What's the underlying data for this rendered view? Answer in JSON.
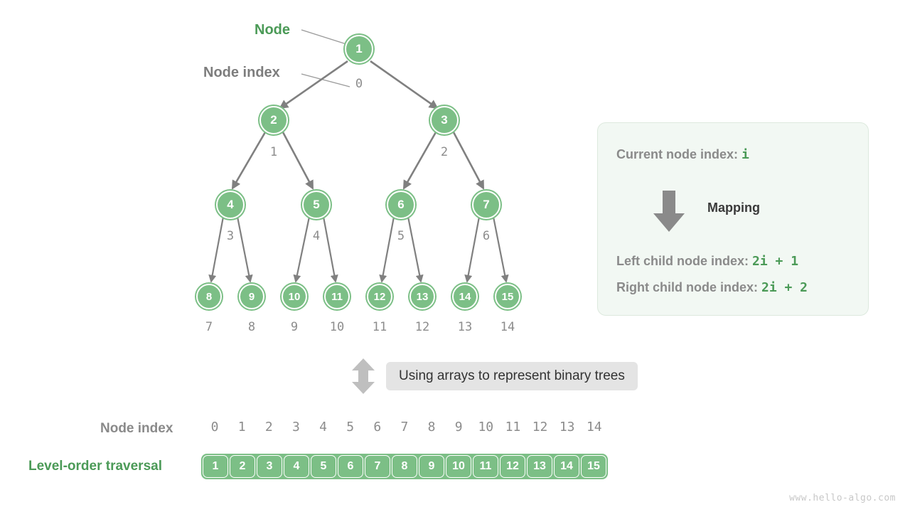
{
  "diagram": {
    "title": "Using arrays to represent binary trees",
    "watermark": "www.hello-algo.com",
    "colors": {
      "node_green": "#7cbf86",
      "label_green": "#4b9a57",
      "gray": "#8a8a8a",
      "edge_gray": "#808080",
      "panel_bg": "#f2f8f3",
      "pill_bg": "#e4e4e4"
    }
  },
  "callouts": {
    "node_label": "Node",
    "node_index_label": "Node index"
  },
  "tree": {
    "levels": [
      {
        "nodes": [
          {
            "value": "1",
            "index": "0"
          }
        ]
      },
      {
        "nodes": [
          {
            "value": "2",
            "index": "1"
          },
          {
            "value": "3",
            "index": "2"
          }
        ]
      },
      {
        "nodes": [
          {
            "value": "4",
            "index": "3"
          },
          {
            "value": "5",
            "index": "4"
          },
          {
            "value": "6",
            "index": "5"
          },
          {
            "value": "7",
            "index": "6"
          }
        ]
      },
      {
        "nodes": [
          {
            "value": "8",
            "index": "7"
          },
          {
            "value": "9",
            "index": "8"
          },
          {
            "value": "10",
            "index": "9"
          },
          {
            "value": "11",
            "index": "10"
          },
          {
            "value": "12",
            "index": "11"
          },
          {
            "value": "13",
            "index": "12"
          },
          {
            "value": "14",
            "index": "13"
          },
          {
            "value": "15",
            "index": "14"
          }
        ]
      }
    ],
    "flat_nodes": [
      {
        "value": "1",
        "index": "0"
      },
      {
        "value": "2",
        "index": "1"
      },
      {
        "value": "3",
        "index": "2"
      },
      {
        "value": "4",
        "index": "3"
      },
      {
        "value": "5",
        "index": "4"
      },
      {
        "value": "6",
        "index": "5"
      },
      {
        "value": "7",
        "index": "6"
      },
      {
        "value": "8",
        "index": "7"
      },
      {
        "value": "9",
        "index": "8"
      },
      {
        "value": "10",
        "index": "9"
      },
      {
        "value": "11",
        "index": "10"
      },
      {
        "value": "12",
        "index": "11"
      },
      {
        "value": "13",
        "index": "12"
      },
      {
        "value": "14",
        "index": "13"
      },
      {
        "value": "15",
        "index": "14"
      }
    ]
  },
  "info_panel": {
    "current_prefix": "Current node index: ",
    "current_value": "i",
    "mapping_label": "Mapping",
    "left_prefix": "Left child node index: ",
    "left_value": "2i + 1",
    "right_prefix": "Right child node index: ",
    "right_value": "2i + 2"
  },
  "divider": {
    "pill_text": "Using arrays to represent binary trees"
  },
  "array_section": {
    "index_row_label": "Node index",
    "traversal_row_label": "Level-order traversal",
    "indices": [
      "0",
      "1",
      "2",
      "3",
      "4",
      "5",
      "6",
      "7",
      "8",
      "9",
      "10",
      "11",
      "12",
      "13",
      "14"
    ],
    "values": [
      "1",
      "2",
      "3",
      "4",
      "5",
      "6",
      "7",
      "8",
      "9",
      "10",
      "11",
      "12",
      "13",
      "14",
      "15"
    ]
  }
}
